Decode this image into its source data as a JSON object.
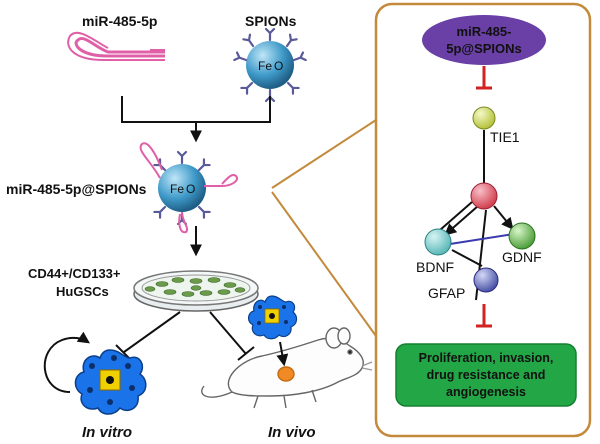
{
  "labels": {
    "mirna": "miR-485-5p",
    "spions": "SPIONs",
    "fe": "Fe",
    "o": "O",
    "complex": "miR-485-5p@SPIONs",
    "cells_line1": "CD44+/CD133+",
    "cells_line2": "HuGSCs",
    "in_vitro": "In vitro",
    "in_vivo": "In vivo"
  },
  "panel": {
    "top_line1": "miR-485-",
    "top_line2": "5p@SPIONs",
    "nodes": [
      "TIE1",
      "BDNF",
      "GDNF",
      "GFAP"
    ],
    "outcome_line1": "Proliferation, invasion,",
    "outcome_line2": "drug resistance and",
    "outcome_line3": "angiogenesis"
  },
  "colors": {
    "panel_border": "#c48a3c",
    "pill": "#6a3fa6",
    "inhibit": "#d22222",
    "outcome_box": "#22a646",
    "sphere": "#3f9ac9",
    "hairpin": "#e060a8",
    "antibody": "#6060a0",
    "tumor_blue": "#1a73e8",
    "tumor_yellow": "#f0d000"
  }
}
